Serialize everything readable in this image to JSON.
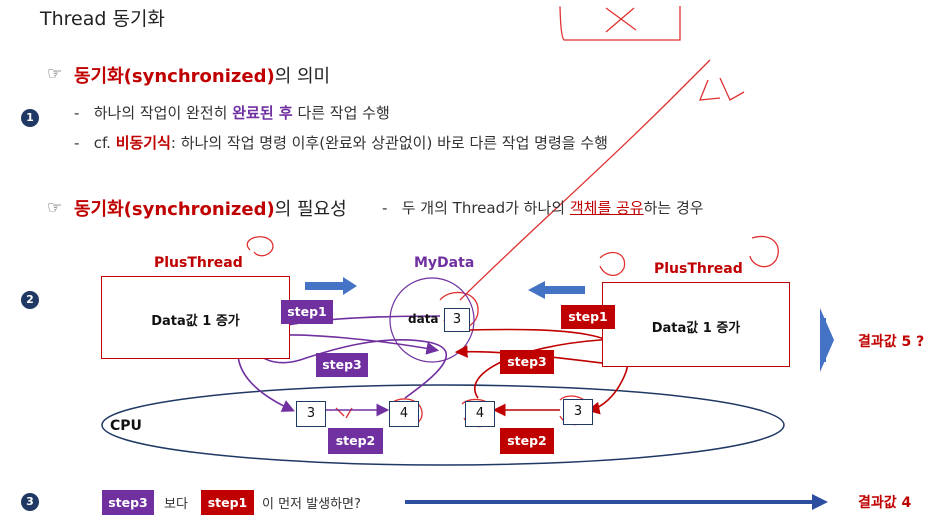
{
  "header": {
    "title": "Thread 동기화"
  },
  "section1": {
    "hand_icon": "pointing-hand-icon",
    "term": "동기화(synchronized)",
    "suffix": "의 의미",
    "badge": "1",
    "line1_pre": "하나의 작업이 완전히 ",
    "line1_em": "완료된 후",
    "line1_post": " 다른 작업 수행",
    "line2_pre": "cf. ",
    "line2_em": "비동기식",
    "line2_post": ": 하나의 작업 명령 이후(완료와 상관없이) 바로 다른 작업 명령을 수행"
  },
  "section2": {
    "term": "동기화(synchronized)",
    "suffix": "의 필요성",
    "desc_pre": "두 개의 Thread가 하나의 ",
    "desc_em": "객체를 공유",
    "desc_post": "하는 경우",
    "badge": "2"
  },
  "diagram": {
    "left_thread": {
      "title": "PlusThread",
      "body": "Data값 1 증가"
    },
    "right_thread": {
      "title": "PlusThread",
      "body": "Data값 1 증가"
    },
    "mydata": {
      "title": "MyData",
      "label": "data",
      "value": "3"
    },
    "steps": {
      "left_step1": "step1",
      "left_step3": "step3",
      "left_step2": "step2",
      "right_step1": "step1",
      "right_step3": "step3",
      "right_step2": "step2"
    },
    "cpu": {
      "label": "CPU",
      "cells": [
        "3",
        "4",
        "4",
        "3"
      ]
    },
    "result1": "결과값 5 ?",
    "colors": {
      "purple": "#7030a0",
      "red": "#c00000",
      "blue": "#4472c4",
      "navy": "#1f3864"
    }
  },
  "section3": {
    "badge": "3",
    "step_a": "step3",
    "mid": "보다",
    "step_b": "step1",
    "post": "이 먼저 발생하면?",
    "result": "결과값 4"
  }
}
